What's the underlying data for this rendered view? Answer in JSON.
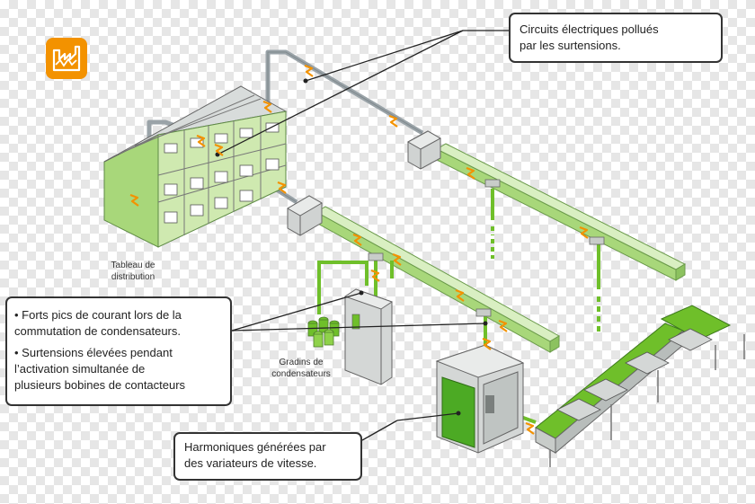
{
  "callouts": {
    "top": {
      "line1": "Circuits électriques pollués",
      "line2": "par les surtensions."
    },
    "left": {
      "b1l1": "• Forts pics de courant lors de la",
      "b1l2": "commutation de condensateurs.",
      "b2l1": "• Surtensions élevées pendant",
      "b2l2": "l’activation simultanée de",
      "b2l3": "plusieurs bobines de contacteurs"
    },
    "bottom": {
      "line1": "Harmoniques générées par",
      "line2": "des variateurs de vitesse."
    }
  },
  "labels": {
    "tableau_line1": "Tableau de",
    "tableau_line2": "distribution",
    "gradins_line1": "Gradins de",
    "gradins_line2": "condensateurs"
  },
  "icons": {
    "factory": "factory-icon",
    "surge": "surge-zigzag-icon"
  },
  "colors": {
    "accent_orange": "#f39200",
    "green": "#6fbf2a",
    "light_green": "#cbe8a8",
    "gray": "#c8ccc9"
  }
}
